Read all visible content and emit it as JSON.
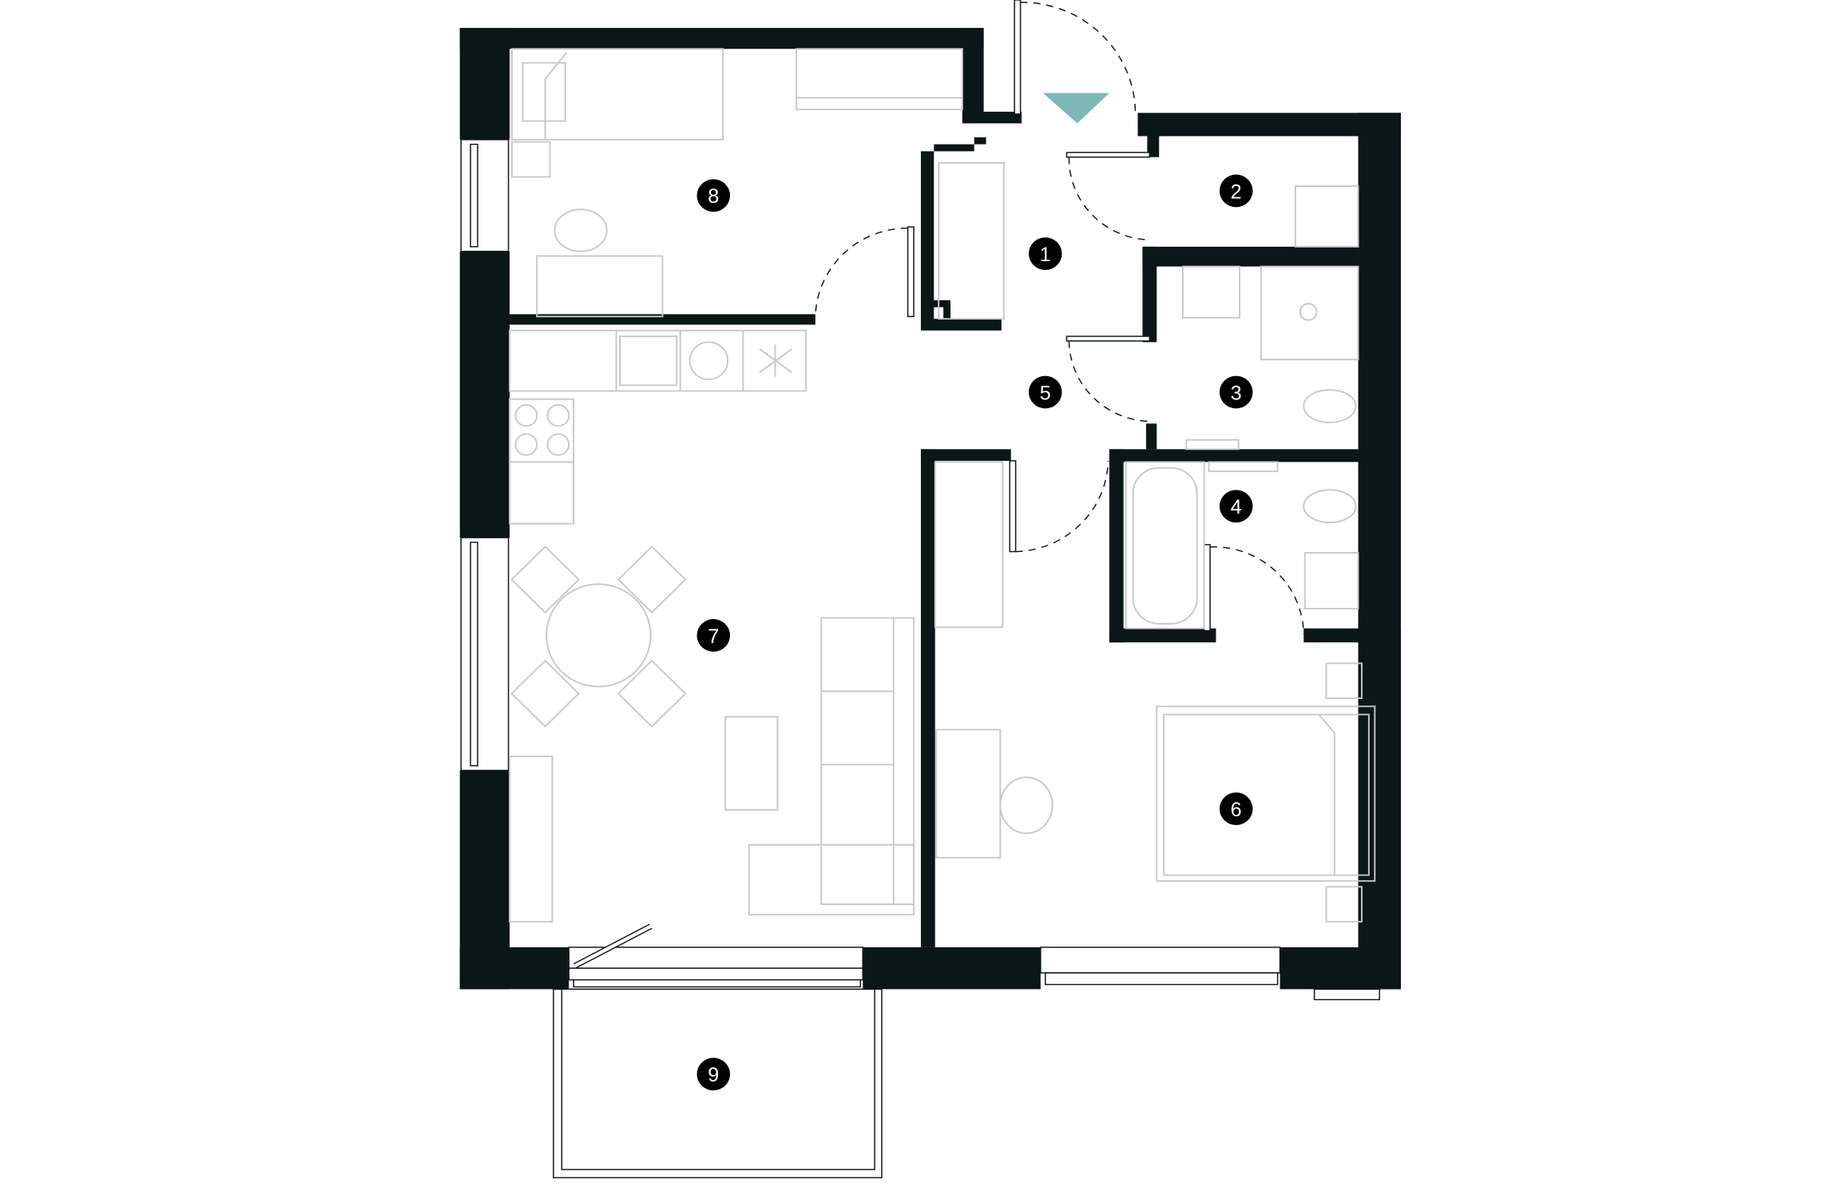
{
  "plan": {
    "wall_color": "#0b1716",
    "furniture_color": "#c8c8c8",
    "entrance_arrow_color": "#7fb8b9",
    "entrance_marker": "entrance-arrow-icon"
  },
  "rooms": [
    {
      "number": "1",
      "label": "room-1-hallway"
    },
    {
      "number": "2",
      "label": "room-2-wardrobe"
    },
    {
      "number": "3",
      "label": "room-3-wc"
    },
    {
      "number": "4",
      "label": "room-4-bathroom"
    },
    {
      "number": "5",
      "label": "room-5-corridor"
    },
    {
      "number": "6",
      "label": "room-6-bedroom"
    },
    {
      "number": "7",
      "label": "room-7-living-kitchen"
    },
    {
      "number": "8",
      "label": "room-8-bedroom"
    },
    {
      "number": "9",
      "label": "room-9-balcony"
    }
  ]
}
